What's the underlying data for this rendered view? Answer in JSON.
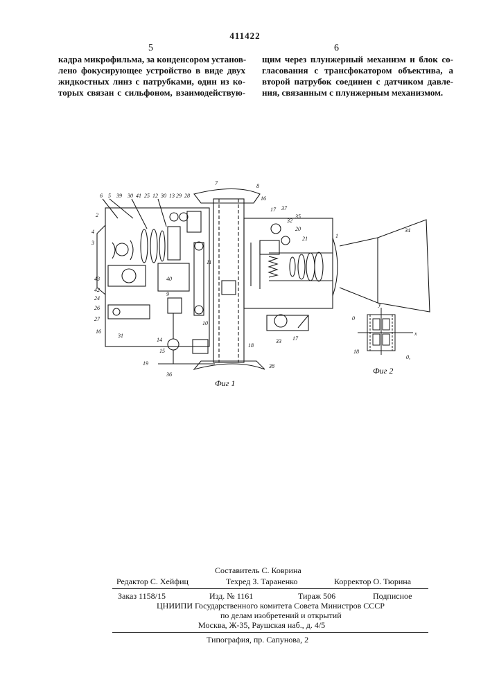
{
  "header": {
    "patent_number": "411422",
    "left_column_number": "5",
    "right_column_number": "6"
  },
  "left_column_lines": [
    "кадра микрофильма, за конденсором установ-",
    "лено фокусирующее устройство в виде двух",
    "жидкостных линз с патрубками, один из ко-",
    "торых связан с сильфоном, взаимодействую-"
  ],
  "right_column_lines": [
    "щим через плунжерный механизм и блок со-",
    "гласования с трансфокатором объектива, а",
    "второй патрубок соединен с датчиком давле-",
    "ния, связанным с плунжерным механизмом."
  ],
  "figure1": {
    "caption": "Фиг 1",
    "labels": [
      "6",
      "5",
      "39",
      "30",
      "41",
      "25",
      "12",
      "30",
      "13",
      "29",
      "28",
      "7",
      "8",
      "2",
      "4",
      "3",
      "43",
      "42",
      "24",
      "26",
      "27",
      "16",
      "31",
      "14",
      "15",
      "19",
      "36",
      "9",
      "40",
      "11",
      "10",
      "16",
      "17",
      "37",
      "35",
      "32",
      "20",
      "21",
      "1",
      "34",
      "33",
      "17",
      "18",
      "38"
    ]
  },
  "figure2": {
    "caption": "Фиг 2",
    "labels": [
      "y",
      "0",
      "x",
      "18",
      "0,"
    ]
  },
  "imprint": {
    "compiler": "Составитель С. Коврина",
    "editor": "Редактор С. Хейфиц",
    "techred": "Техред З. Тараненко",
    "corrector": "Корректор О. Тюрина",
    "order": "Заказ 1158/15",
    "publication": "Изд. № 1161",
    "circulation": "Тираж 506",
    "subscription": "Подписное",
    "org_line1": "ЦНИИПИ Государственного комитета Совета Министров СССР",
    "org_line2": "по делам изобретений и открытий",
    "address": "Москва, Ж-35, Раушская наб., д. 4/5",
    "printer": "Типография, пр. Сапунова, 2"
  }
}
